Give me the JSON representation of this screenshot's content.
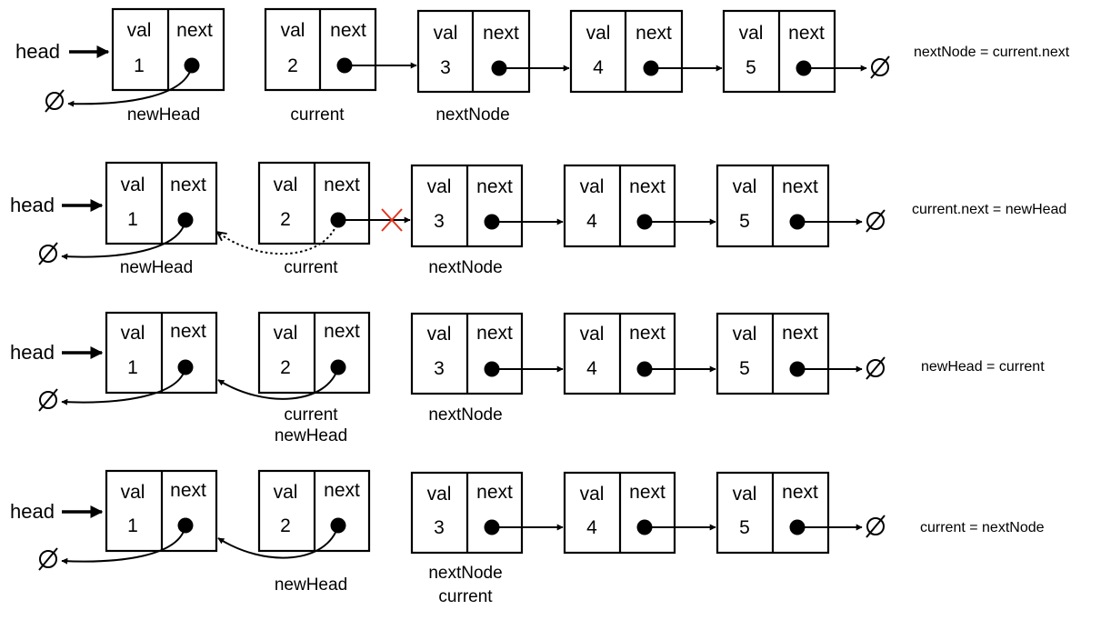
{
  "head_label": "head",
  "val_label": "val",
  "next_label": "next",
  "steps": [
    {
      "operation": "nextNode = current.next",
      "nodes": [
        "1",
        "2",
        "3",
        "4",
        "5"
      ],
      "labels": [
        "newHead",
        "current",
        "nextNode"
      ]
    },
    {
      "operation": "current.next = newHead",
      "nodes": [
        "1",
        "2",
        "3",
        "4",
        "5"
      ],
      "labels": [
        "newHead",
        "current",
        "nextNode"
      ]
    },
    {
      "operation": "newHead = current",
      "nodes": [
        "1",
        "2",
        "3",
        "4",
        "5"
      ],
      "labels": [
        "current",
        "newHead",
        "nextNode"
      ]
    },
    {
      "operation": "current = nextNode",
      "nodes": [
        "1",
        "2",
        "3",
        "4",
        "5"
      ],
      "labels": [
        "newHead",
        "nextNode",
        "current"
      ]
    }
  ]
}
